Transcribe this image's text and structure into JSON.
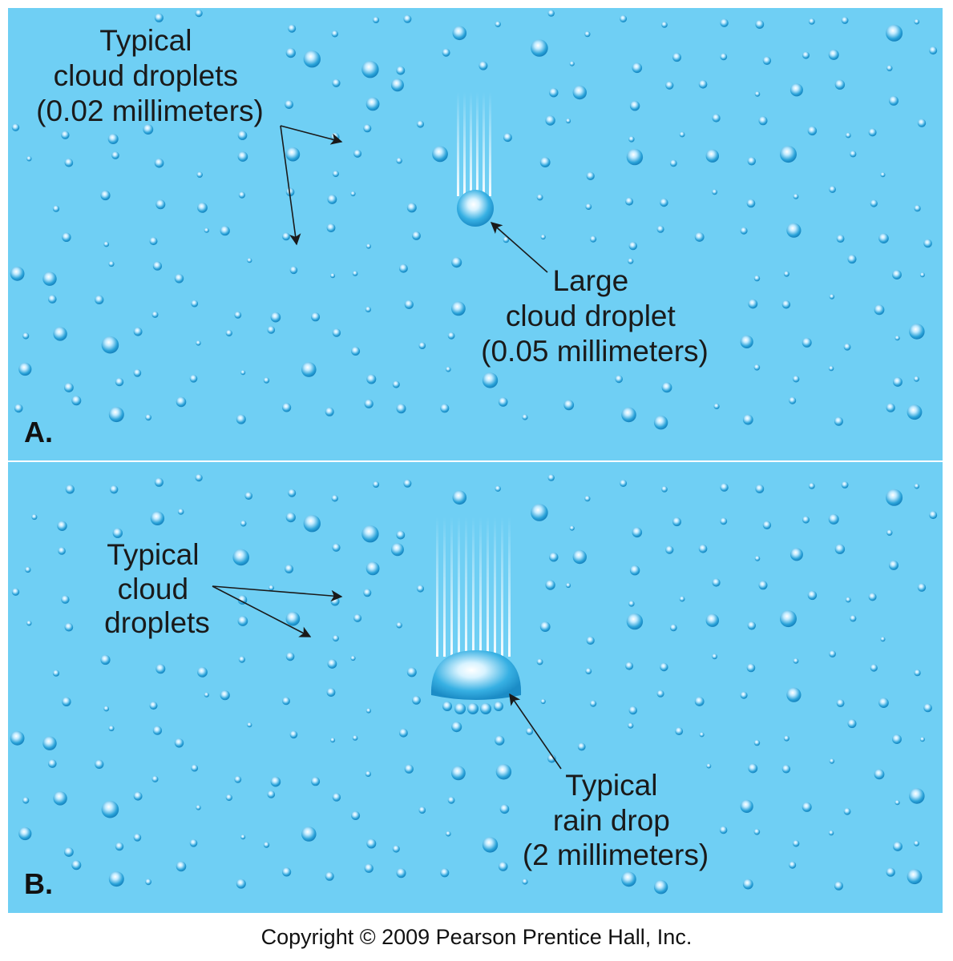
{
  "colors": {
    "background": "#6fcff4",
    "droplet": "#1e9fd6",
    "droplet_highlight": "#e8f8ff",
    "arrow": "#1a1a1a",
    "divider": "#ffffff"
  },
  "panel_a": {
    "panel_label": "A.",
    "typical_label": [
      "Typical",
      "cloud droplets",
      "(0.02 millimeters)"
    ],
    "large_label": [
      "Large",
      "cloud droplet",
      "(0.05 millimeters)"
    ]
  },
  "panel_b": {
    "panel_label": "B.",
    "typical_label": [
      "Typical",
      "cloud",
      "droplets"
    ],
    "rain_label": [
      "Typical",
      "rain drop",
      "(2 millimeters)"
    ]
  },
  "copyright": "Copyright © 2009 Pearson Prentice Hall, Inc."
}
